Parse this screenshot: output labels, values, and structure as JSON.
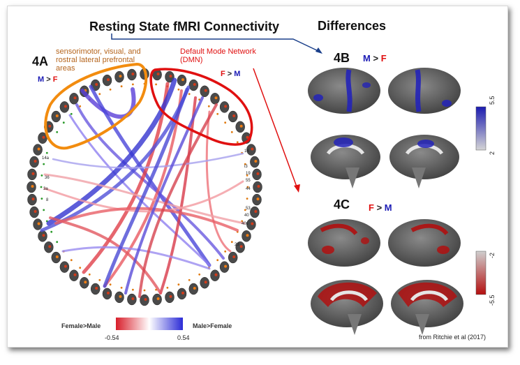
{
  "title": {
    "part1": "Resting State fMRI Connectivity",
    "part2": "Differences"
  },
  "panel_4a": {
    "label": "4A",
    "network1": "sensorimotor, visual, and rostral lateral prefrontal areas",
    "network2_name": "Default Mode Network",
    "network2_abbr": "(DMN)",
    "cmp_left": {
      "a": "M",
      "op": ">",
      "b": "F"
    },
    "cmp_right": {
      "a": "F",
      "op": ">",
      "b": "M"
    },
    "node_labels": [
      "14a",
      "36",
      "3a",
      "8",
      "i3",
      "19",
      "55",
      "44",
      "53",
      "40",
      "40s",
      "23",
      "14"
    ],
    "legend": {
      "left_label": "Female>Male",
      "right_label": "Male>Female",
      "min": "-0.54",
      "max": "0.54",
      "colors": [
        "#d81e2a",
        "#ffffff",
        "#2b2bd6"
      ]
    }
  },
  "panel_4b": {
    "label": "4B",
    "cmp": {
      "a": "M",
      "op": ">",
      "b": "F"
    },
    "scale_max": "5.5",
    "scale_min": "2",
    "color": "#2323b8"
  },
  "panel_4c": {
    "label": "4C",
    "cmp": {
      "a": "F",
      "op": ">",
      "b": "M"
    },
    "scale_top": "-2",
    "scale_bottom": "-5.5",
    "color": "#b01010"
  },
  "source": "from Ritchie et al (2017)"
}
